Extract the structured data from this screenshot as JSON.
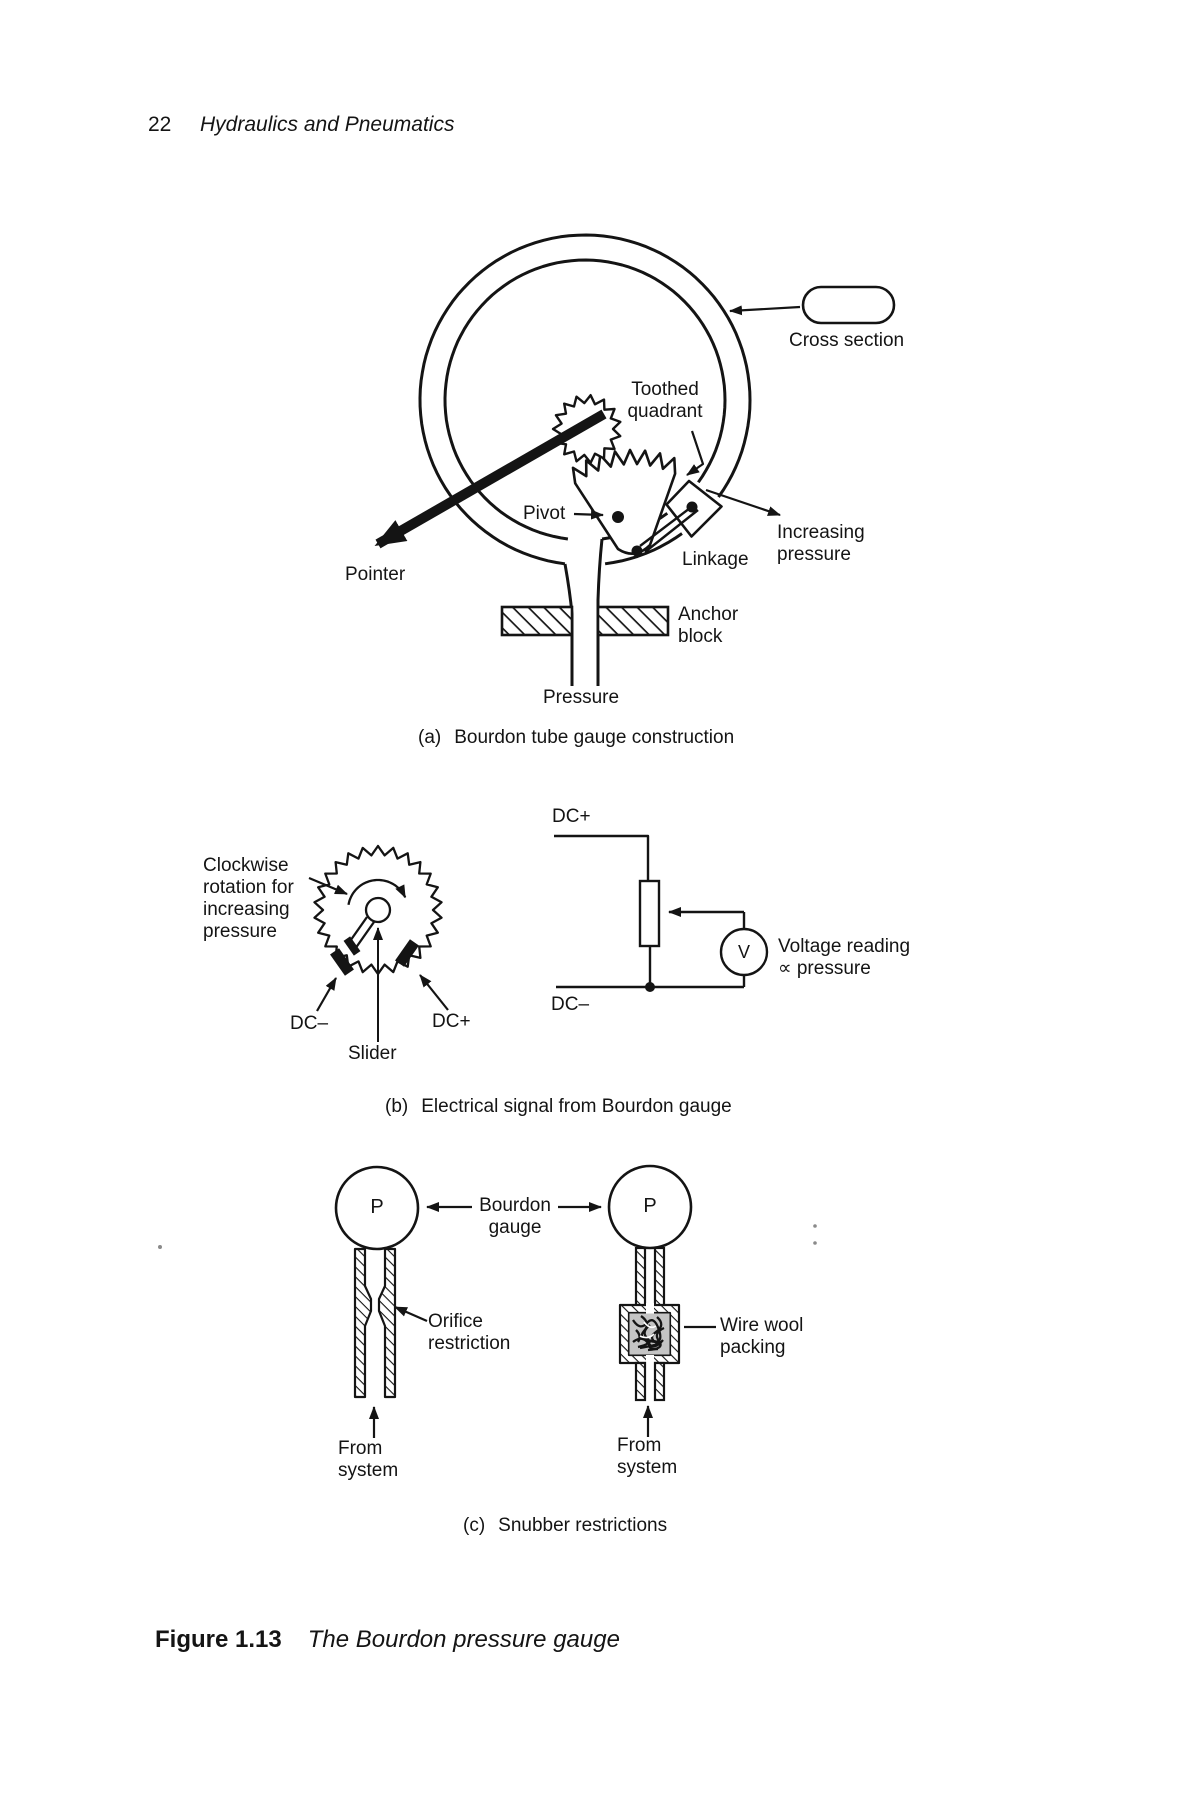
{
  "ink_color": "#141414",
  "page": {
    "number": "22",
    "running_title": "Hydraulics and Pneumatics"
  },
  "figure_caption": {
    "label": "Figure 1.13",
    "title": "The Bourdon pressure gauge"
  },
  "diagram_a": {
    "caption_prefix": "(a)",
    "caption": "Bourdon tube gauge construction",
    "labels": {
      "cross_section": "Cross section",
      "toothed_quadrant": [
        "Toothed",
        "quadrant"
      ],
      "pivot": "Pivot",
      "linkage": "Linkage",
      "increasing_pressure": [
        "Increasing",
        "pressure"
      ],
      "pointer": "Pointer",
      "anchor_block": [
        "Anchor",
        "block"
      ],
      "pressure": "Pressure"
    }
  },
  "diagram_b": {
    "caption_prefix": "(b)",
    "caption": "Electrical signal from Bourdon gauge",
    "labels": {
      "rotation_note": [
        "Clockwise",
        "rotation for",
        "increasing",
        "pressure"
      ],
      "dc_minus_pot": "DC–",
      "slider": "Slider",
      "dc_plus_pot": "DC+",
      "dc_plus_circuit": "DC+",
      "dc_minus_circuit": "DC–",
      "voltmeter": "V",
      "voltage_note": [
        "Voltage reading",
        "∝ pressure"
      ]
    }
  },
  "diagram_c": {
    "caption_prefix": "(c)",
    "caption": "Snubber restrictions",
    "labels": {
      "gauge_left": "P",
      "gauge_right": "P",
      "bourdon_gauge": [
        "Bourdon",
        "gauge"
      ],
      "orifice": [
        "Orifice",
        "restriction"
      ],
      "wire_wool": [
        "Wire wool",
        "packing"
      ],
      "from_system_left": [
        "From",
        "system"
      ],
      "from_system_right": [
        "From",
        "system"
      ]
    }
  }
}
